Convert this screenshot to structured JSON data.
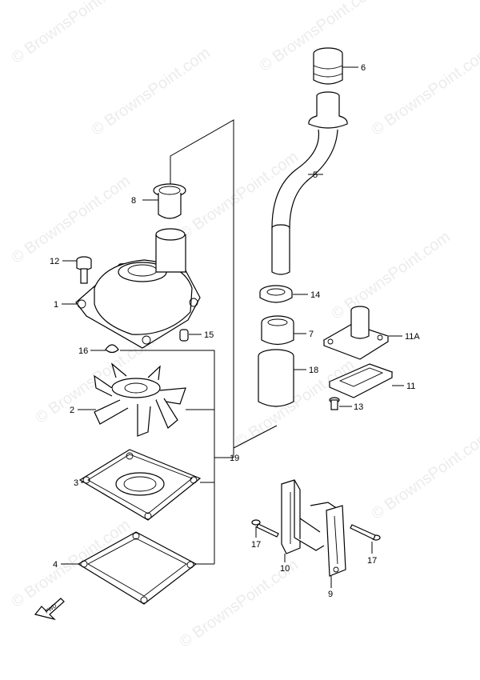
{
  "watermark": "© BrownsPoint.com",
  "fwd_label": "FWD",
  "callouts": {
    "c1": "1",
    "c2": "2",
    "c3": "3",
    "c4": "4",
    "c5": "5",
    "c6": "6",
    "c7": "7",
    "c8": "8",
    "c9": "9",
    "c10": "10",
    "c11": "11",
    "c11a": "11A",
    "c12": "12",
    "c13": "13",
    "c14": "14",
    "c15": "15",
    "c16": "16",
    "c17a": "17",
    "c17b": "17",
    "c18": "18",
    "c19": "19"
  }
}
